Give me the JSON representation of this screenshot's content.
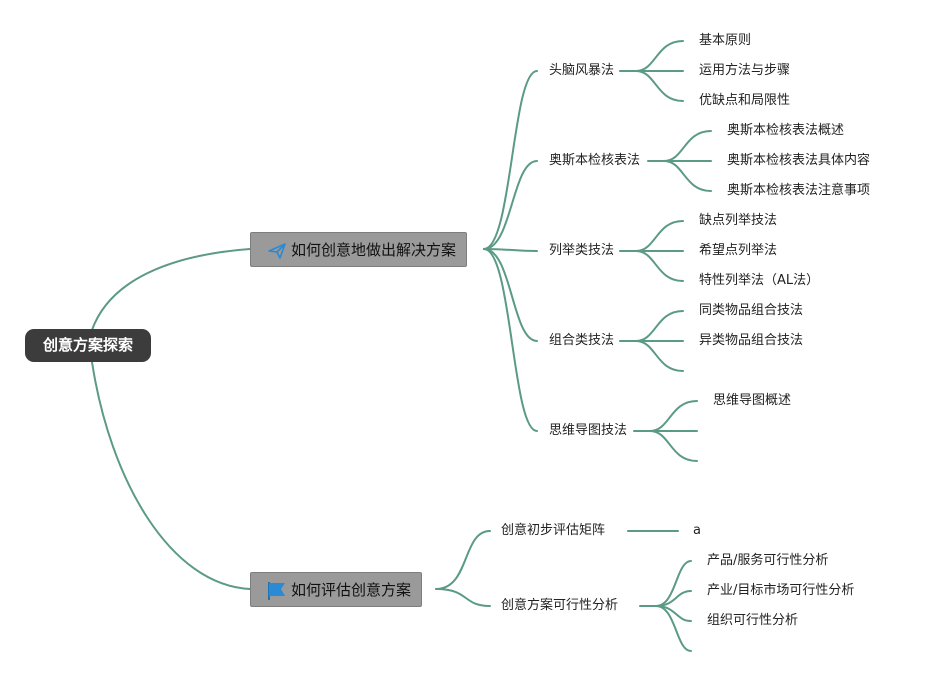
{
  "colors": {
    "connector": "#5b9a84",
    "root_bg": "#3c3c3c",
    "main_bg": "#9a9a9a",
    "icon_blue": "#2a8ad4"
  },
  "root": {
    "label": "创意方案探索"
  },
  "branch1": {
    "label": "如何创意地做出解决方案",
    "icon": "paper-plane-icon",
    "children": [
      {
        "label": "头脑风暴法",
        "leaves": [
          "基本原则",
          "运用方法与步骤",
          "优缺点和局限性"
        ]
      },
      {
        "label": "奥斯本检核表法",
        "leaves": [
          "奥斯本检核表法概述",
          "奥斯本检核表法具体内容",
          "奥斯本检核表法注意事项"
        ]
      },
      {
        "label": "列举类技法",
        "leaves": [
          "缺点列举技法",
          "希望点列举法",
          "特性列举法（AL法）"
        ]
      },
      {
        "label": "组合类技法",
        "leaves": [
          "同类物品组合技法",
          "异类物品组合技法",
          ""
        ]
      },
      {
        "label": "思维导图技法",
        "leaves": [
          "思维导图概述",
          "",
          ""
        ]
      }
    ]
  },
  "branch2": {
    "label": "如何评估创意方案",
    "icon": "flag-icon",
    "children": [
      {
        "label": "创意初步评估矩阵",
        "leaves": [
          "a"
        ]
      },
      {
        "label": "创意方案可行性分析",
        "leaves": [
          "产品/服务可行性分析",
          "产业/目标市场可行性分析",
          "组织可行性分析",
          ""
        ]
      }
    ]
  }
}
